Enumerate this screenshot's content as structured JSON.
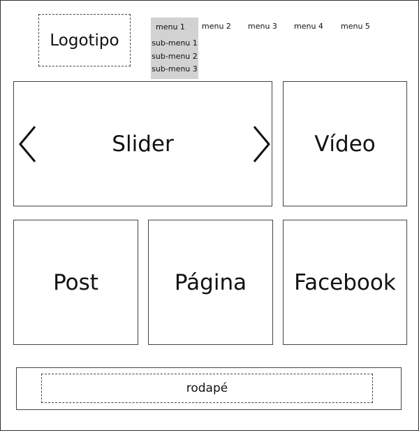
{
  "logo": {
    "text": "Logotipo"
  },
  "menu": {
    "items": [
      "menu 1",
      "menu 2",
      "menu 3",
      "menu 4",
      "menu 5"
    ],
    "submenu": [
      "sub-menu 1",
      "sub-menu 2",
      "sub-menu 3"
    ]
  },
  "slider": {
    "label": "Slider",
    "prev_icon": "chevron-left-icon",
    "next_icon": "chevron-right-icon"
  },
  "video": {
    "label": "Vídeo"
  },
  "post": {
    "label": "Post"
  },
  "page": {
    "label": "Página"
  },
  "facebook": {
    "label": "Facebook"
  },
  "footer": {
    "label": "rodapé"
  }
}
